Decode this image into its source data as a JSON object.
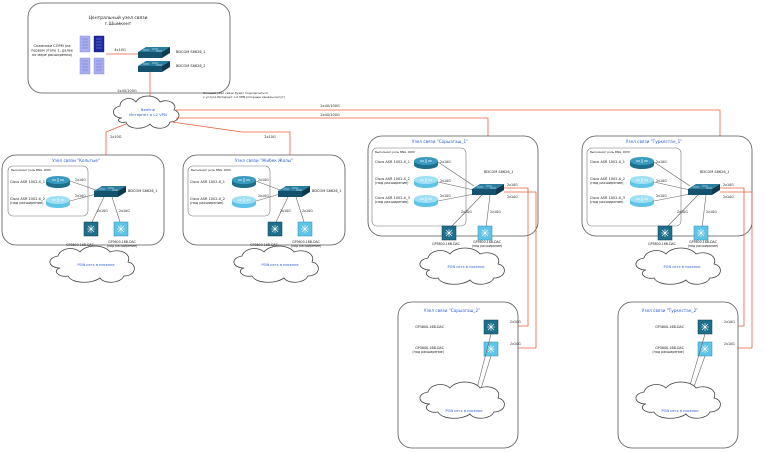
{
  "central": {
    "title_line1": "Центральный узел связи",
    "title_line2": "г.Шымкент",
    "sorm_line1": "Съемники СОРМ (на",
    "sorm_line2": "первом этапе 1, далее",
    "sorm_line3": "по мере расширения)",
    "link_sorm": "4х10G",
    "switch1": "BDCOM S8626_1",
    "switch2": "BDCOM S8626_2"
  },
  "beeline": {
    "label_line1": "Beeline",
    "label_line2": "Интернет и L2 VPN",
    "link_up": "2х40/100G",
    "note_line1": "Каждый узел связи будет подключаться",
    "note_line2": "к услуге Интернет, L2 VPN (опорные каналы могут)",
    "link_a": "2х40/100G",
    "link_b": "2х40/100G",
    "link_c": "2х10G",
    "link_d": "2х10G"
  },
  "nodes": [
    {
      "title": "Узел связи \"Кольтые\"",
      "group_label": "Выполняет роль BNG, DDM",
      "router1": "Cisco ASR 1002-X_1",
      "router2_line1": "Cisco ASR 1002-X_2",
      "router2_line2": "(под расширение)",
      "link_r1": "2х10G",
      "link_r2": "2х10G",
      "switch": "BDCOM S8626_1",
      "link_olt1": "2х10G",
      "link_olt2": "2х10G",
      "olt1": "GP3600-16B-DAC",
      "olt2_line1": "GP3600-16B-DAC",
      "olt2_line2": "(под расширение)",
      "pon": "PON сеть в поселке"
    },
    {
      "title": "Узел связи \"Жибек Жолы\"",
      "group_label": "Выполняет роль BNG, DDM",
      "router1": "Cisco ASR 1002-X_1",
      "router2_line1": "Cisco ASR 1002-X_2",
      "router2_line2": "(под расширение)",
      "link_r1": "2х10G",
      "link_r2": "2х10G",
      "switch": "BDCOM S8626_1",
      "link_olt1": "2х10G",
      "link_olt2": "2х10G",
      "olt1": "GP3600-16B-DAC",
      "olt2_line1": "GP3600-16B-DAC",
      "olt2_line2": "(под расширение)",
      "pon": "PON сеть в поселке"
    },
    {
      "title": "Узел связи \"Сарыагаш_1\"",
      "group_label": "Выполняет роль BNG, DDM",
      "router1": "Cisco ASR 1002-X_1",
      "router2_line1": "Cisco ASR 1002-X_2",
      "router2_line2": "(под расширение)",
      "router3_line1": "Cisco ASR 1002-X_3",
      "router3_line2": "(под расширение)",
      "link_r1": "2х10G",
      "link_r2": "2х10G",
      "link_r3": "2х10G",
      "switch": "BDCOM S8626_1",
      "link_s1": "2х10G",
      "link_s2": "2х10G",
      "link_olt1": "2х10G",
      "link_olt2": "2х10G",
      "olt1": "GP3600-16B-DAC",
      "olt2_line1": "GP3600-16B-DAC",
      "olt2_line2": "(под расширение)",
      "pon": "PON сеть в поселке"
    },
    {
      "title": "Узел связи \"Туркестан_1\"",
      "group_label": "Выполняет роль BNG, DDM",
      "router1": "Cisco ASR 1002-X_1",
      "router2_line1": "Cisco ASR 1002-X_2",
      "router2_line2": "(под расширение)",
      "router3_line1": "Cisco ASR 1002-X_3",
      "router3_line2": "(под расширение)",
      "link_r1": "2х10G",
      "link_r2": "2х10G",
      "link_r3": "2х10G",
      "switch": "BDCOM S8626_1",
      "link_s1": "2х10G",
      "link_s2": "2х10G",
      "link_olt1": "2х10G",
      "link_olt2": "2х10G",
      "olt1": "GP3600-16B-DAC",
      "olt2_line1": "GP3600-16B-DAC",
      "olt2_line2": "(под расширение)",
      "pon": "PON сеть в поселке"
    }
  ],
  "sub_nodes": [
    {
      "title": "Узел связи \"Сарыагаш_2\"",
      "olt1": "GP3600-16B-DAC",
      "olt2_line1": "GP3600-16B-DAC",
      "olt2_line2": "(под расширение)",
      "link1": "2х10G",
      "link2": "2х10G",
      "pon": "PON сеть в поселке"
    },
    {
      "title": "Узел связи \"Туркестан_2\"",
      "olt1": "GP3600-16B-DAC",
      "olt2_line1": "GP3600-16B-DAC",
      "olt2_line2": "(под расширение)",
      "link1": "2х10G",
      "link2": "2х10G",
      "pon": "PON сеть в поселке"
    }
  ],
  "colors": {
    "link": "#e8603c",
    "accent": "#2a5bd7",
    "router": "#1e6f8c",
    "router_light": "#5fc4e6"
  }
}
